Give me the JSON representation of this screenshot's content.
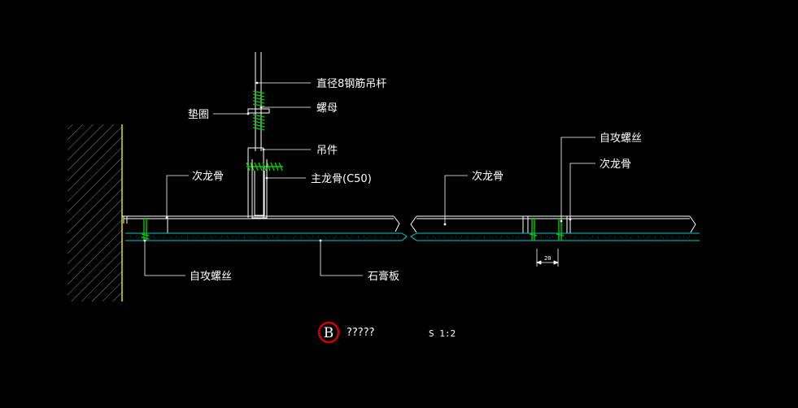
{
  "labels": {
    "rod": "直径8钢筋吊杆",
    "nut": "螺母",
    "washer": "垫圈",
    "hanger": "吊件",
    "main_keel": "主龙骨(C50)",
    "sub_keel_left": "次龙骨",
    "screw_left": "自攻螺丝",
    "gypsum_board": "石膏板",
    "sub_keel_right_a": "次龙骨",
    "screw_right": "自攻螺丝",
    "sub_keel_right_b": "次龙骨",
    "dim": "20"
  },
  "title": {
    "badge": "B",
    "text": "?????",
    "scale": "S 1:2"
  },
  "colors": {
    "background": "#000000",
    "line": "#ffffff",
    "screw": "#00cc00",
    "board": "#00c8c8",
    "wall_edge": "#e0e000",
    "badge": "#d00000"
  }
}
